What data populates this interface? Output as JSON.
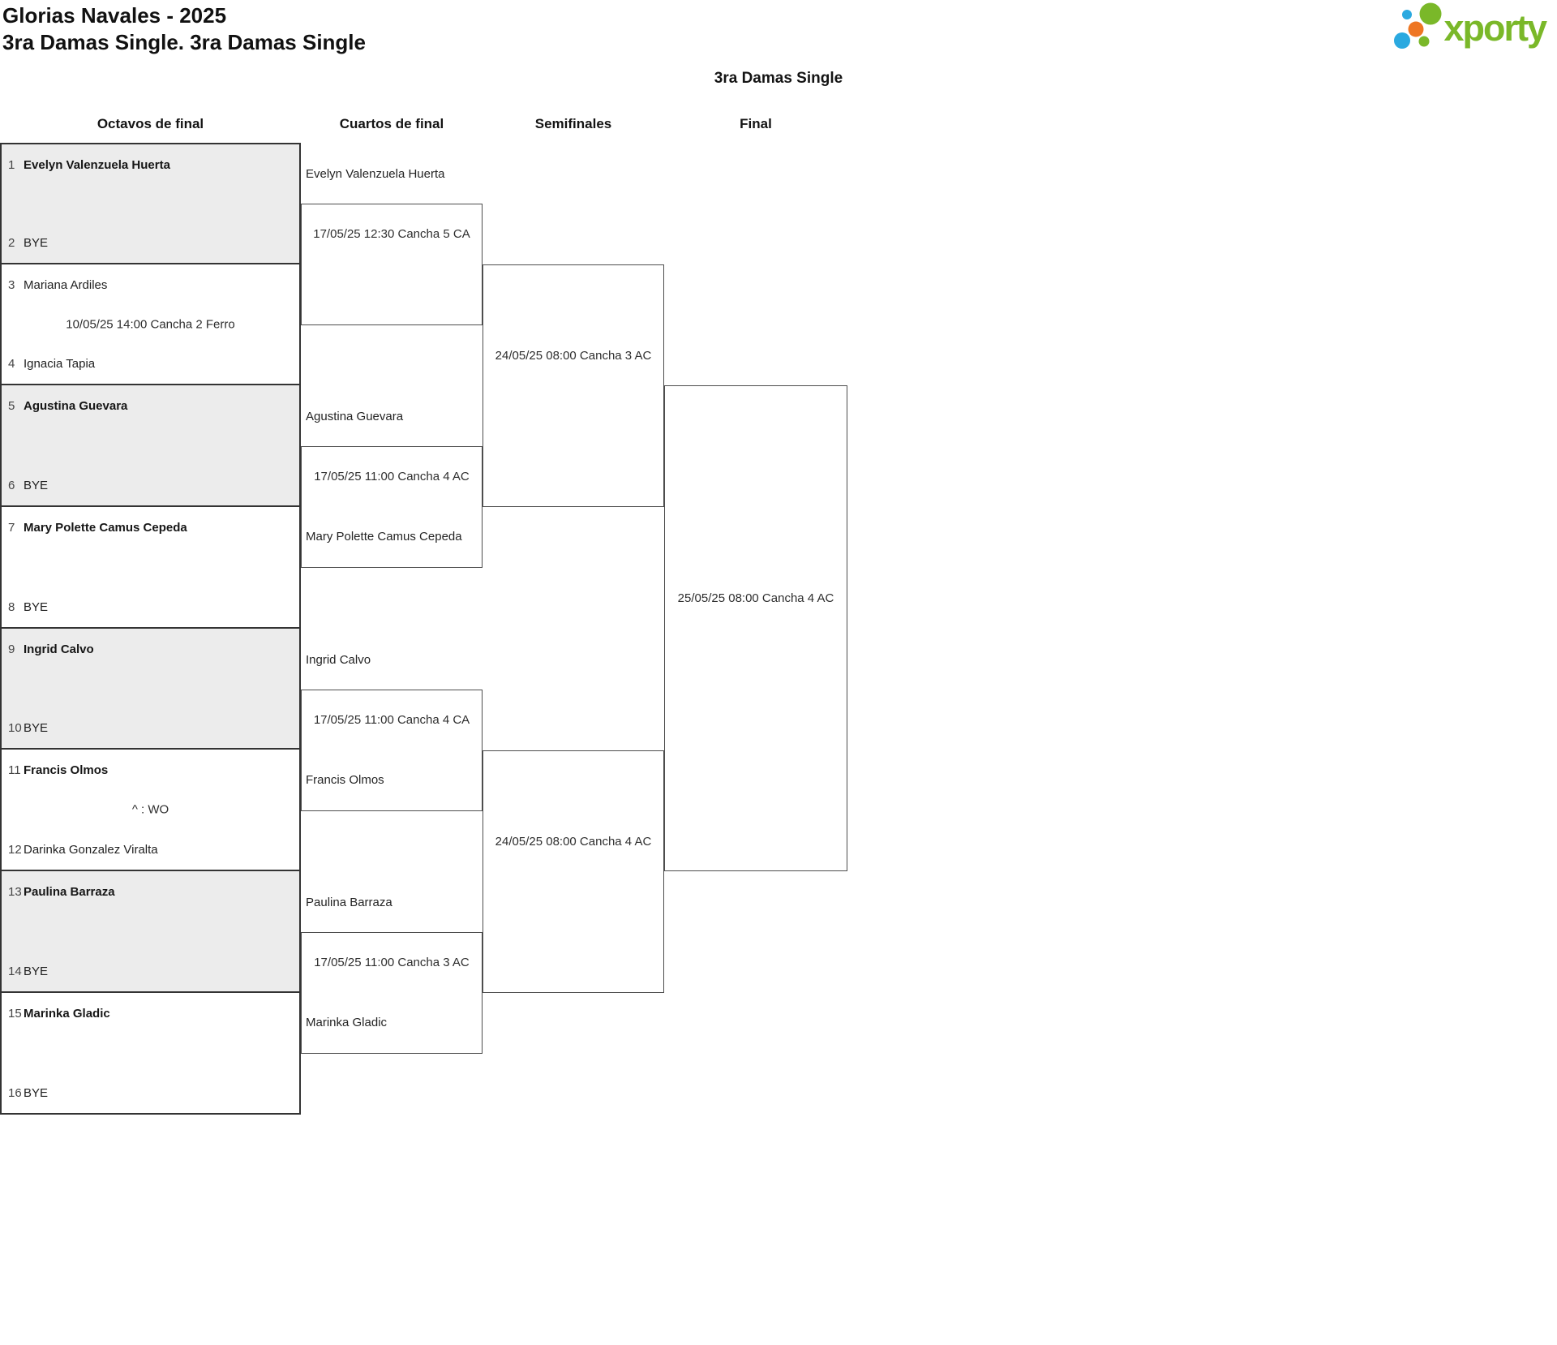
{
  "header": {
    "title": "Glorias Navales - 2025",
    "subtitle": "3ra Damas Single. 3ra Damas Single"
  },
  "logo": {
    "brand": "xporty",
    "colors": {
      "green": "#7ab829",
      "blue": "#2aa9e0",
      "orange": "#ee7623"
    }
  },
  "colors": {
    "row_alt_background": "#ececec",
    "octavos_border": "#333333",
    "round_box_border": "#4d4d4d",
    "brand_green": "#7ab829"
  },
  "bracket": {
    "title": "3ra Damas Single",
    "rounds": [
      "Octavos de final",
      "Cuartos de final",
      "Semifinales",
      "Final"
    ],
    "octavos_matches": [
      {
        "p1_seed": "1",
        "p1": "Evelyn Valenzuela Huerta",
        "p1_bold": true,
        "p2_seed": "2",
        "p2": "BYE",
        "p2_bold": false,
        "note": ""
      },
      {
        "p1_seed": "3",
        "p1": "Mariana Ardiles",
        "p1_bold": false,
        "p2_seed": "4",
        "p2": "Ignacia Tapia",
        "p2_bold": false,
        "note": "10/05/25 14:00 Cancha 2 Ferro"
      },
      {
        "p1_seed": "5",
        "p1": "Agustina Guevara",
        "p1_bold": true,
        "p2_seed": "6",
        "p2": "BYE",
        "p2_bold": false,
        "note": ""
      },
      {
        "p1_seed": "7",
        "p1": "Mary Polette Camus Cepeda",
        "p1_bold": true,
        "p2_seed": "8",
        "p2": "BYE",
        "p2_bold": false,
        "note": ""
      },
      {
        "p1_seed": "9",
        "p1": "Ingrid Calvo",
        "p1_bold": true,
        "p2_seed": "10",
        "p2": "BYE",
        "p2_bold": false,
        "note": ""
      },
      {
        "p1_seed": "11",
        "p1": "Francis Olmos",
        "p1_bold": true,
        "p2_seed": "12",
        "p2": "Darinka Gonzalez Viralta",
        "p2_bold": false,
        "note": "^ : WO"
      },
      {
        "p1_seed": "13",
        "p1": "Paulina Barraza",
        "p1_bold": true,
        "p2_seed": "14",
        "p2": "BYE",
        "p2_bold": false,
        "note": ""
      },
      {
        "p1_seed": "15",
        "p1": "Marinka Gladic",
        "p1_bold": true,
        "p2_seed": "16",
        "p2": "BYE",
        "p2_bold": false,
        "note": ""
      }
    ],
    "cuartos_matches": [
      {
        "p1": "Evelyn Valenzuela Huerta",
        "p2": "",
        "schedule": "17/05/25 12:30 Cancha 5 CA"
      },
      {
        "p1": "Agustina Guevara",
        "p2": "Mary Polette Camus Cepeda",
        "schedule": "17/05/25 11:00 Cancha 4 AC"
      },
      {
        "p1": "Ingrid Calvo",
        "p2": "Francis Olmos",
        "schedule": "17/05/25 11:00 Cancha 4 CA"
      },
      {
        "p1": "Paulina Barraza",
        "p2": "Marinka Gladic",
        "schedule": "17/05/25 11:00 Cancha 3 AC"
      }
    ],
    "semifinal_matches": [
      {
        "schedule": "24/05/25 08:00 Cancha 3 AC"
      },
      {
        "schedule": "24/05/25 08:00 Cancha 4 AC"
      }
    ],
    "final_match": {
      "schedule": "25/05/25 08:00 Cancha 4 AC"
    }
  }
}
